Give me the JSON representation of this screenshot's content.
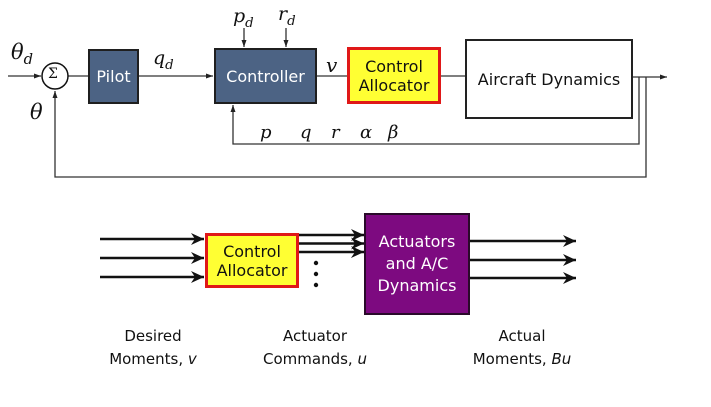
{
  "top_diagram": {
    "input_label": "θ",
    "input_sub": "d",
    "feedback_label": "θ",
    "sum_symbol": "Σ",
    "pilot_label": "Pilot",
    "pilot_output_label": "q",
    "pilot_output_sub": "d",
    "controller_label": "Controller",
    "controller_input_1": "p",
    "controller_input_1_sub": "d",
    "controller_input_2": "r",
    "controller_input_2_sub": "d",
    "controller_output_label": "v",
    "allocator_line1": "Control",
    "allocator_line2": "Allocator",
    "dynamics_label": "Aircraft Dynamics",
    "feedback_states": [
      "p",
      "q",
      "r",
      "α",
      "β"
    ]
  },
  "bottom_diagram": {
    "allocator_line1": "Control",
    "allocator_line2": "Allocator",
    "dynamics_line1": "Actuators",
    "dynamics_line2": "and A/C",
    "dynamics_line3": "Dynamics",
    "captions": [
      {
        "line1": "Desired",
        "line2": "Moments,",
        "symbol": "v"
      },
      {
        "line1": "Actuator",
        "line2": "Commands,",
        "symbol": "u"
      },
      {
        "line1": "Actual",
        "line2": "Moments,",
        "symbol": "Bu"
      }
    ]
  },
  "colors": {
    "pilot_controller_fill": "#4c6384",
    "allocator_fill": "#ffff33",
    "allocator_border": "#e01818",
    "actuator_fill": "#7d0a80"
  }
}
